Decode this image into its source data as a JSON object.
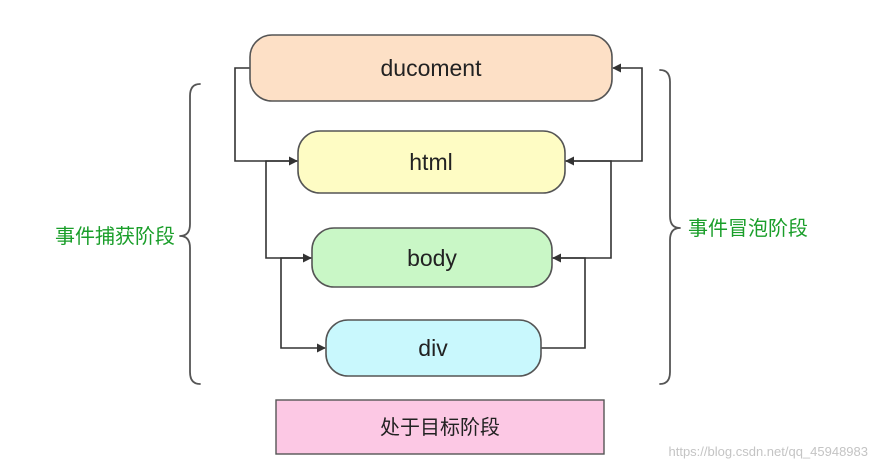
{
  "nodes": {
    "document": {
      "label": "ducoment",
      "fill": "#fde0c6"
    },
    "html": {
      "label": "html",
      "fill": "#fefcc4"
    },
    "body": {
      "label": "body",
      "fill": "#c9f7c6"
    },
    "div": {
      "label": "div",
      "fill": "#c9f8fd"
    }
  },
  "phases": {
    "capture": {
      "label": "事件捕获阶段"
    },
    "bubble": {
      "label": "事件冒泡阶段"
    },
    "target": {
      "label": "处于目标阶段",
      "fill": "#fcc8e4"
    }
  },
  "colors": {
    "phase_text": "#1a9e2a",
    "connector": "#333333"
  },
  "watermark": "https://blog.csdn.net/qq_45948983"
}
